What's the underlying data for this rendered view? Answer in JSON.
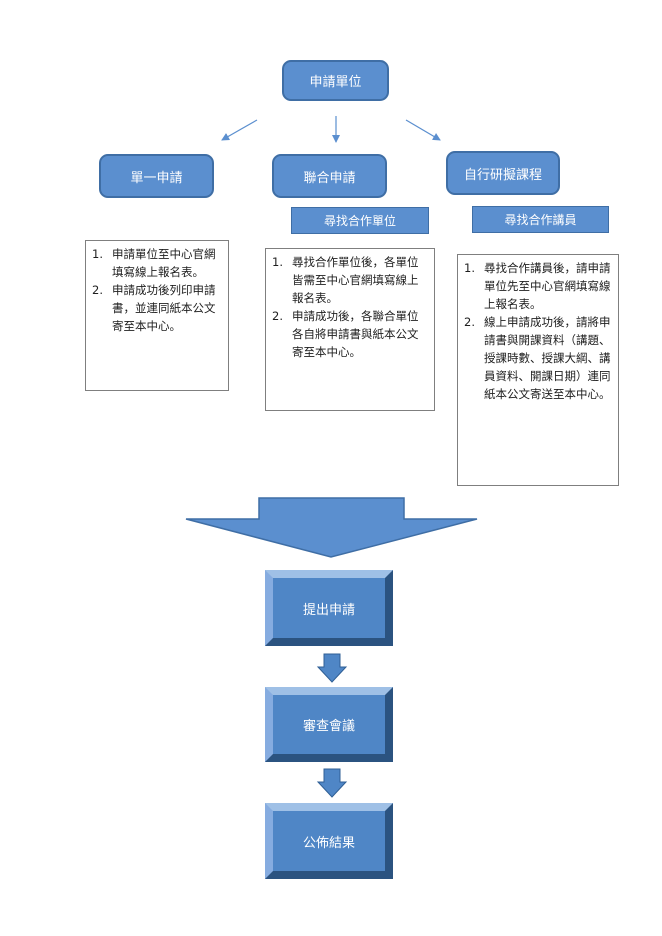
{
  "top": {
    "label": "申請單位"
  },
  "branches": [
    {
      "label": "單一申請"
    },
    {
      "label": "聯合申請"
    },
    {
      "label": "自行研擬課程"
    }
  ],
  "sub_labels": {
    "joint": "尋找合作單位",
    "self": "尋找合作講員"
  },
  "notes": {
    "single": [
      {
        "num": "1.",
        "text": "申請單位至中心官網填寫線上報名表。"
      },
      {
        "num": "2.",
        "text": "申請成功後列印申請書，並連同紙本公文寄至本中心。"
      }
    ],
    "joint": [
      {
        "num": "1.",
        "text": "尋找合作單位後，各單位皆需至中心官網填寫線上報名表。"
      },
      {
        "num": "2.",
        "text": "申請成功後，各聯合單位各自將申請書與紙本公文寄至本中心。"
      }
    ],
    "self": [
      {
        "num": "1.",
        "text": "尋找合作講員後，請申請單位先至中心官網填寫線上報名表。"
      },
      {
        "num": "2.",
        "text": "線上申請成功後，請將申請書與開課資料（講題、授課時數、授課大綱、講員資料、開課日期）連同紙本公文寄送至本中心。"
      }
    ]
  },
  "steps": [
    {
      "label": "提出申請"
    },
    {
      "label": "審查會議"
    },
    {
      "label": "公佈結果"
    }
  ],
  "colors": {
    "box_fill": "#5b8fcf",
    "box_border": "#3f6ea5",
    "arrow": "#5b8fcf",
    "bevel_fill": "#4f86c6"
  }
}
